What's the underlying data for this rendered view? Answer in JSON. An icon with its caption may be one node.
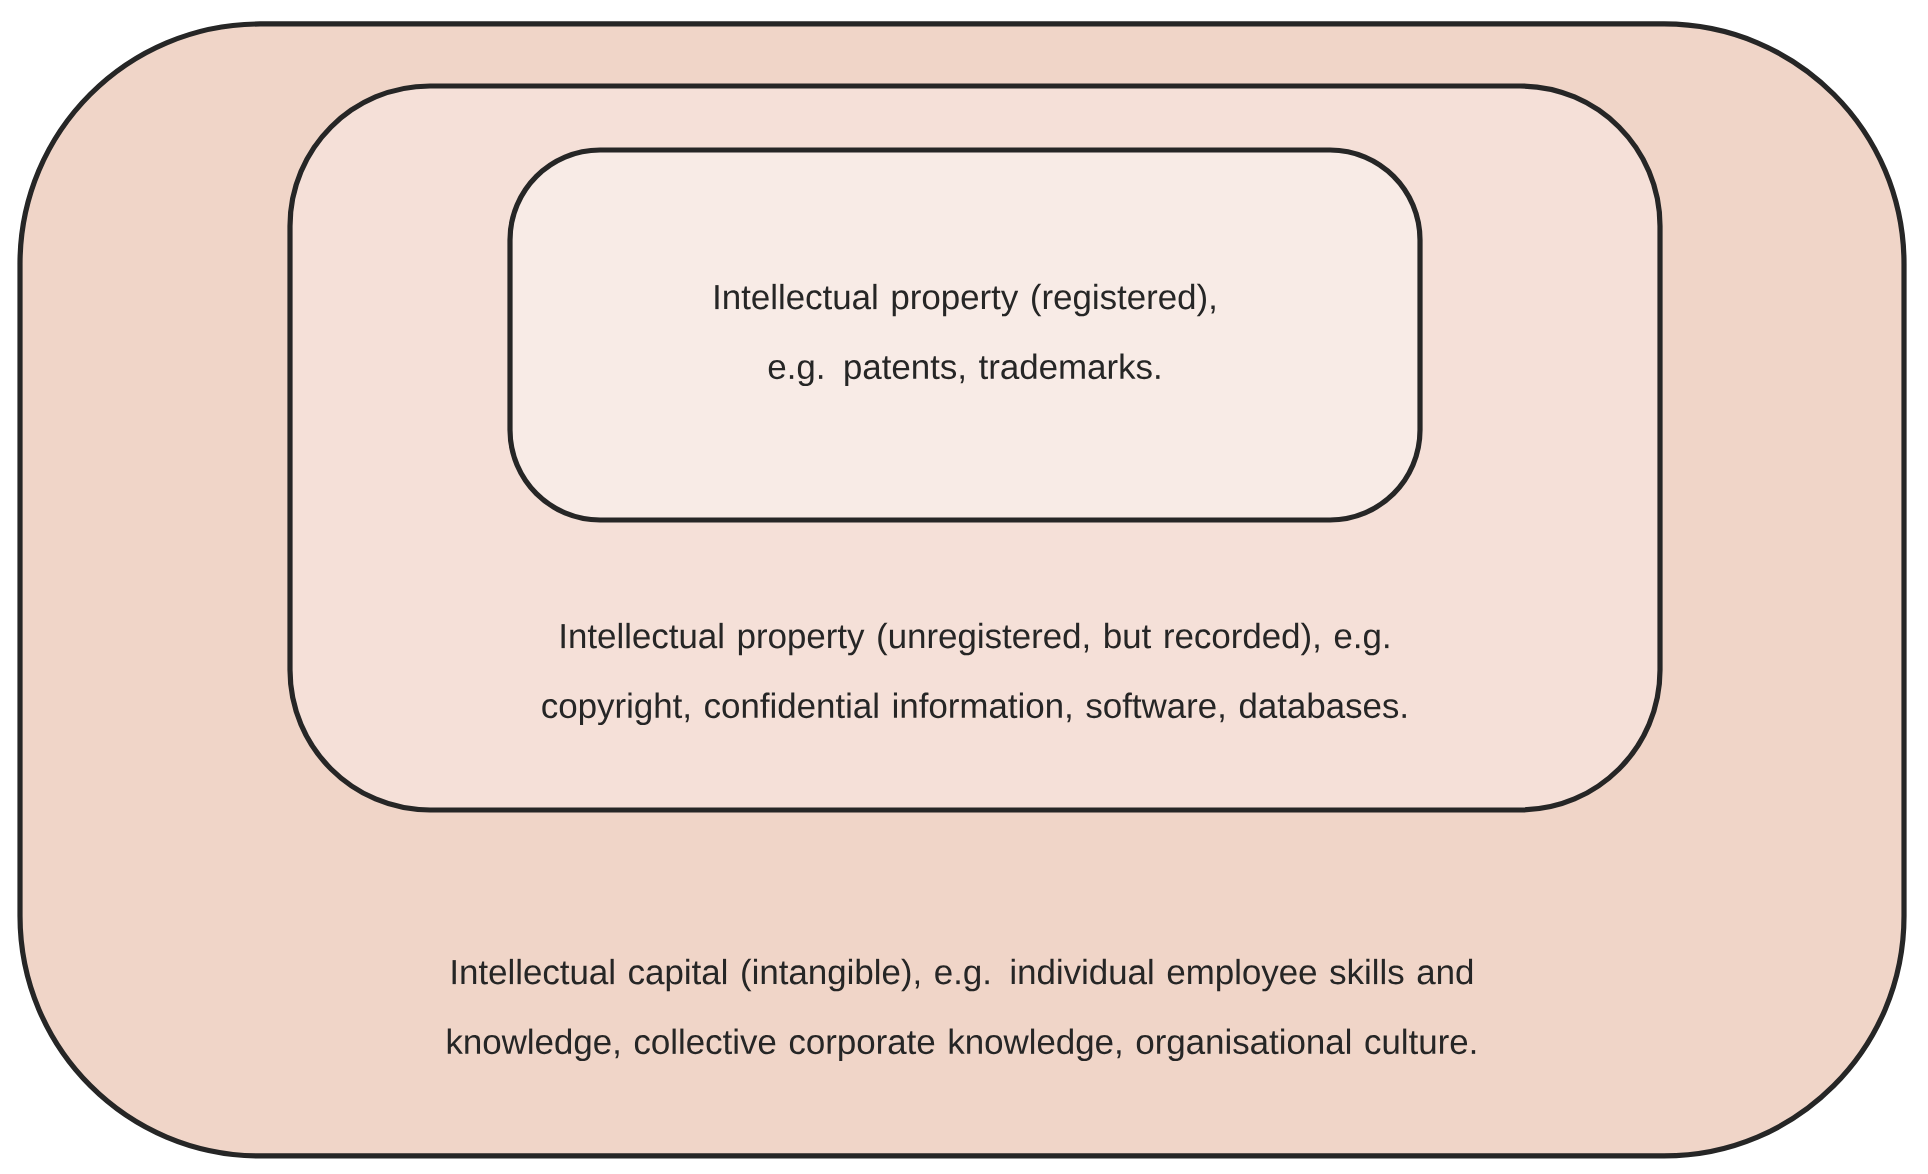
{
  "diagram": {
    "nodes": [
      {
        "text": [
          "Intellectual capital (intangible), e.g. individual employee skills and knowledge, collective corporate knowledge, organisational culture."
        ]
      },
      {
        "text": [
          "Intellectual property (unregistered, but recorded), e.g. copyright, confidential information, software, databases."
        ],
        "in": 0
      },
      {
        "text": [
          "Intellectual property (registered), e.g. patents, trademarks."
        ],
        "in": 1
      }
    ]
  }
}
